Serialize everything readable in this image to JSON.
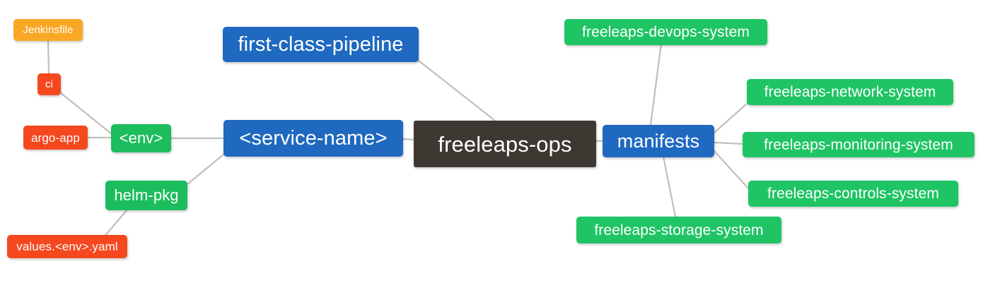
{
  "diagram": {
    "type": "mindmap",
    "title": "freeleaps-ops",
    "background": "#ffffff",
    "colors": {
      "root": "#3d3832",
      "blue": "#1f69c0",
      "green": "#1fc464",
      "orange": "#f9a826",
      "red": "#f6481f",
      "edge": "#bdbdbd",
      "text": "#ffffff"
    }
  },
  "nodes": {
    "root": {
      "label": "freeleaps-ops"
    },
    "service_name": {
      "label": "<service-name>"
    },
    "first_class_pipeline": {
      "label": "first-class-pipeline"
    },
    "env": {
      "label": "<env>"
    },
    "ci": {
      "label": "ci"
    },
    "jenkinsfile": {
      "label": "Jenkinsfile"
    },
    "argo_app": {
      "label": "argo-app"
    },
    "helm_pkg": {
      "label": "helm-pkg"
    },
    "values_yaml": {
      "label": "values.<env>.yaml"
    },
    "manifests": {
      "label": "manifests"
    },
    "devops_system": {
      "label": "freeleaps-devops-system"
    },
    "network_system": {
      "label": "freeleaps-network-system"
    },
    "monitoring_system": {
      "label": "freeleaps-monitoring-system"
    },
    "controls_system": {
      "label": "freeleaps-controls-system"
    },
    "storage_system": {
      "label": "freeleaps-storage-system"
    }
  },
  "edges": [
    {
      "from": "root",
      "to": "service_name"
    },
    {
      "from": "root",
      "to": "first_class_pipeline"
    },
    {
      "from": "root",
      "to": "manifests"
    },
    {
      "from": "service_name",
      "to": "env"
    },
    {
      "from": "service_name",
      "to": "helm_pkg"
    },
    {
      "from": "env",
      "to": "ci"
    },
    {
      "from": "env",
      "to": "argo_app"
    },
    {
      "from": "ci",
      "to": "jenkinsfile"
    },
    {
      "from": "helm_pkg",
      "to": "values_yaml"
    },
    {
      "from": "manifests",
      "to": "devops_system"
    },
    {
      "from": "manifests",
      "to": "network_system"
    },
    {
      "from": "manifests",
      "to": "monitoring_system"
    },
    {
      "from": "manifests",
      "to": "controls_system"
    },
    {
      "from": "manifests",
      "to": "storage_system"
    }
  ]
}
